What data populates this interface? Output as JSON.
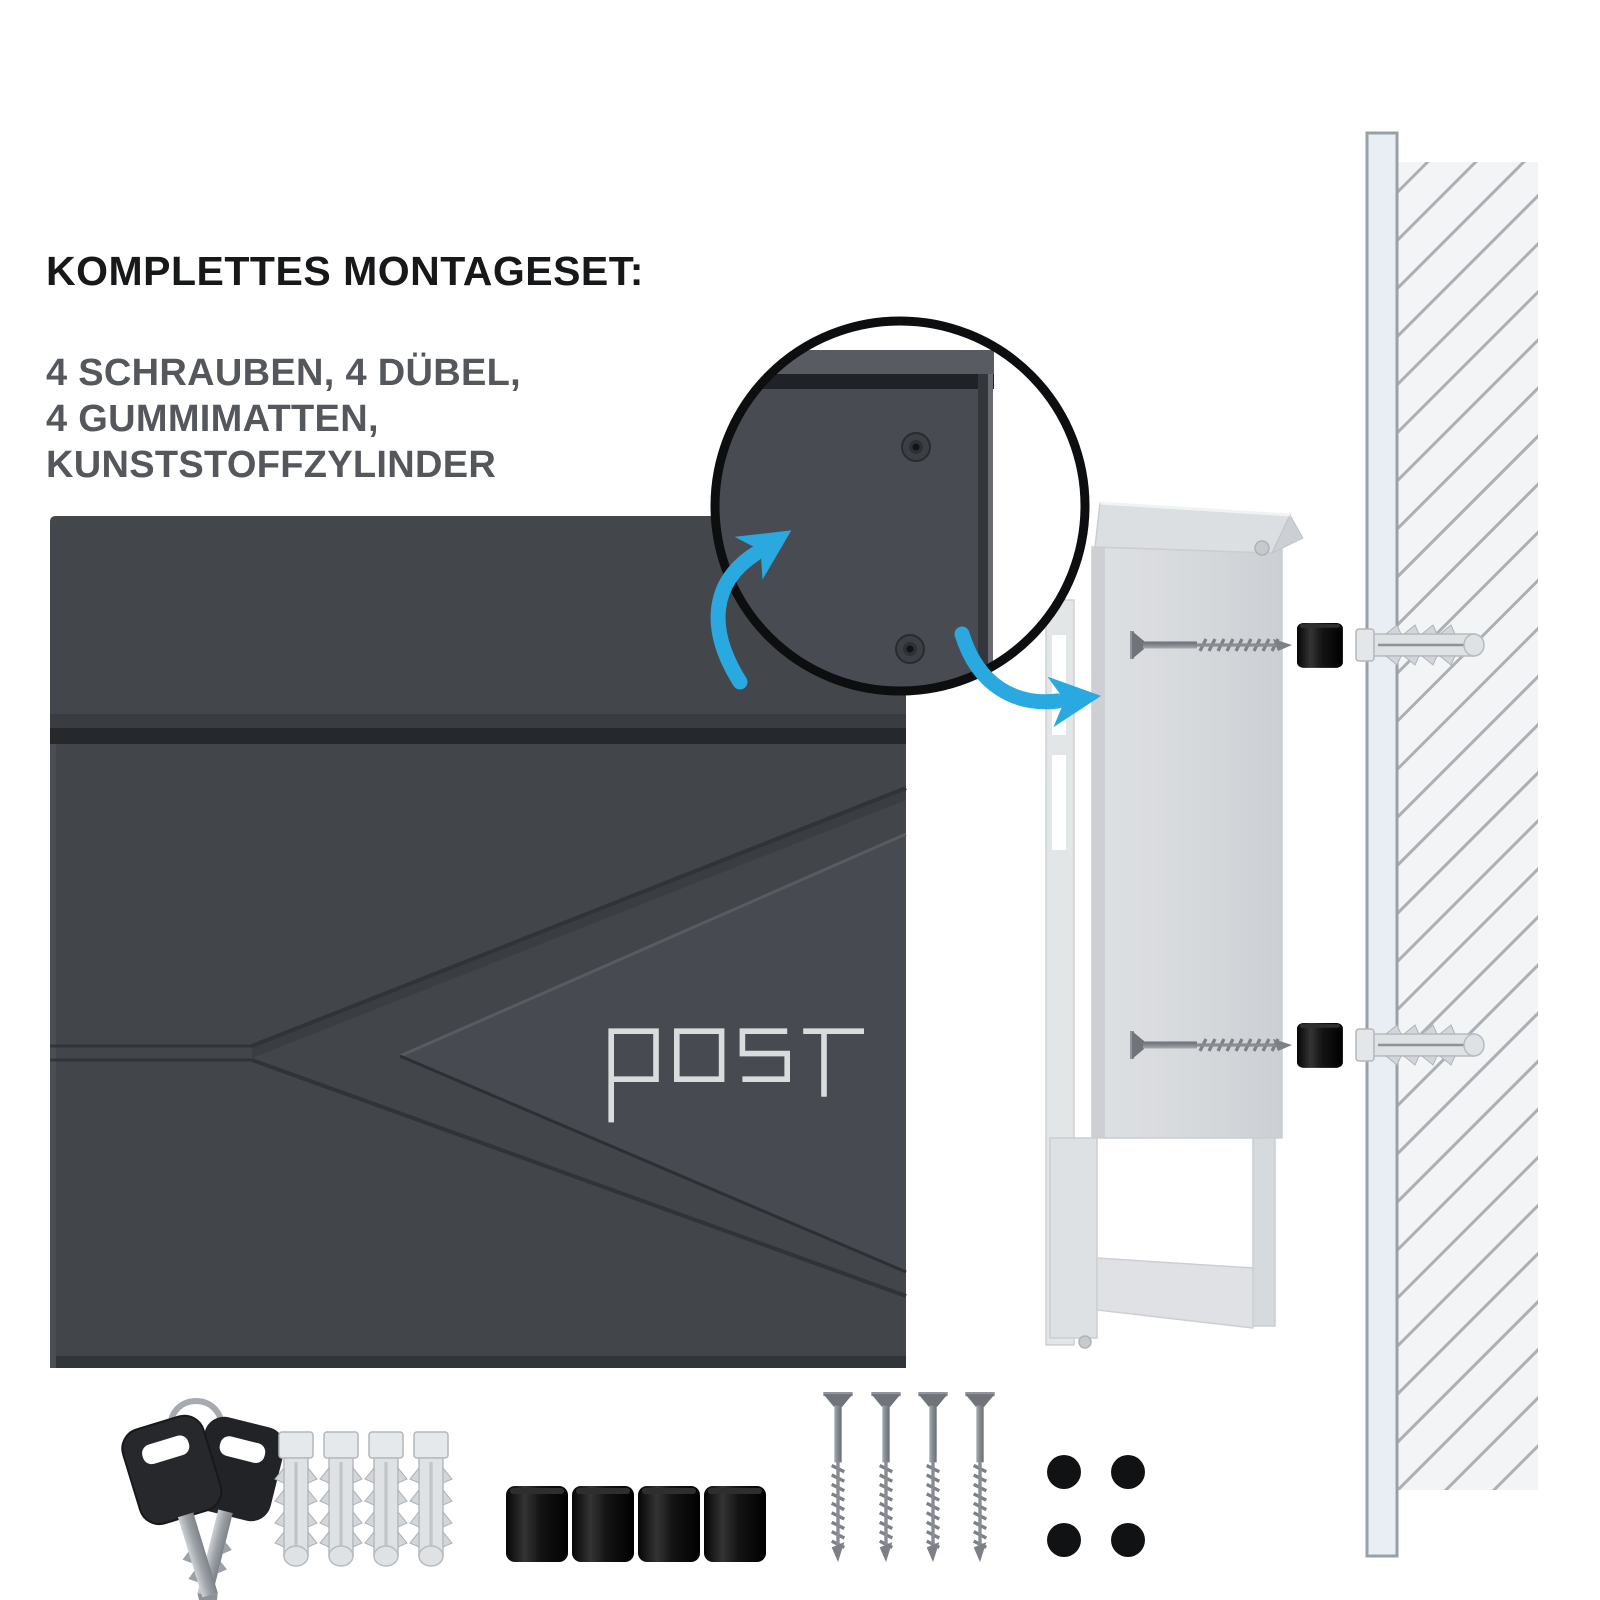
{
  "header": {
    "title": "KOMPLETTES MONTAGESET:"
  },
  "kit": {
    "lines": [
      "4 SCHRAUBEN, 4 DÜBEL,",
      "4 GUMMIMATTEN,",
      "KUNSTSTOFFZYLINDER"
    ]
  },
  "mailbox": {
    "logo_text": "post",
    "body_color": "#43474c"
  },
  "components": {
    "keys": 2,
    "wall_plugs": 4,
    "rubber_cylinders": 4,
    "screws": 4,
    "rubber_mats": 4
  },
  "colors": {
    "arrow_blue": "#2aa9e1",
    "mailbox_dark": "#43474c",
    "ghost_gray": "#d6d9dc",
    "wall_hatch_line": "#aab0b6",
    "wall_surface": "#e9eef4"
  }
}
